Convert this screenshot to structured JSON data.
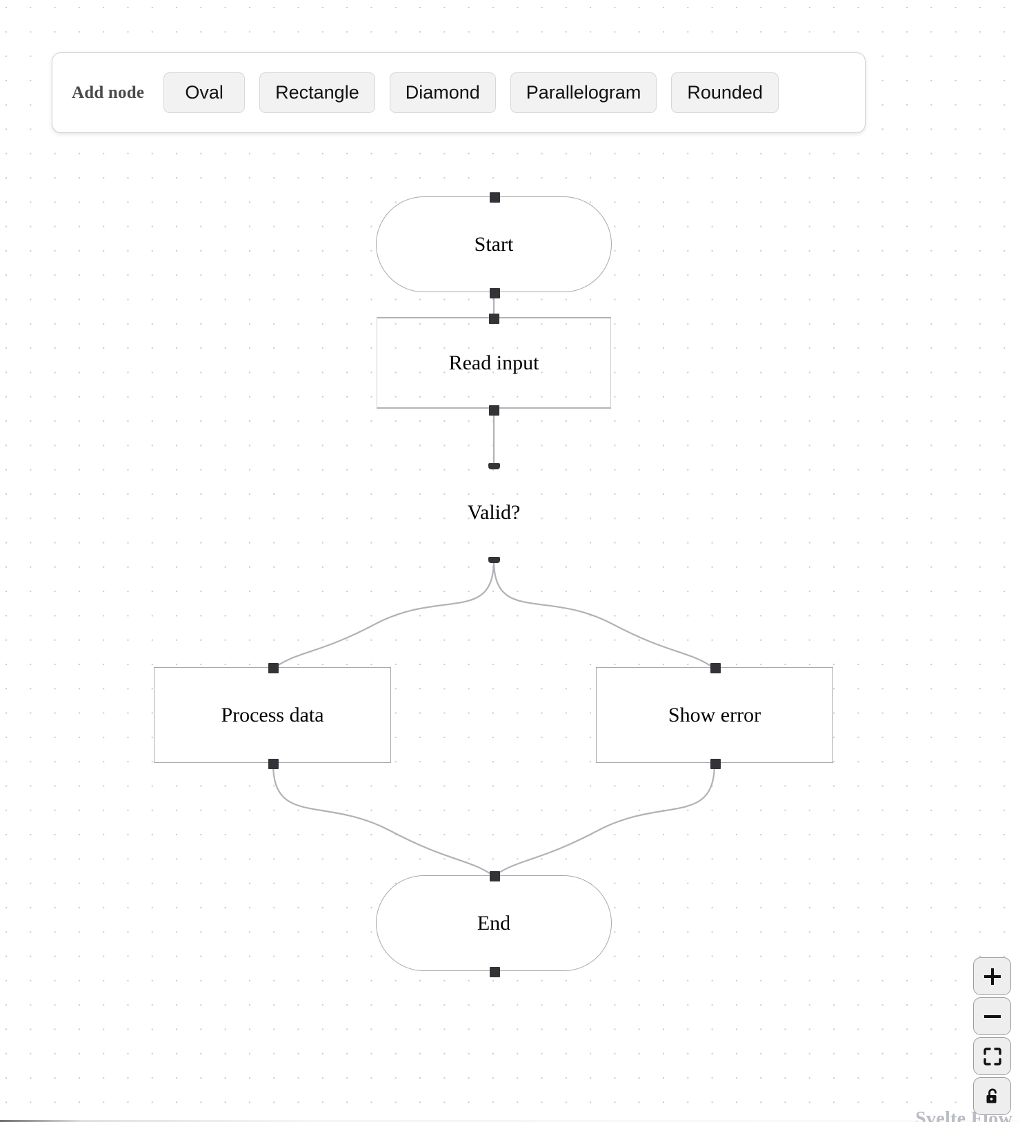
{
  "toolbar": {
    "label": "Add node",
    "buttons": [
      {
        "name": "oval",
        "label": "Oval"
      },
      {
        "name": "rectangle",
        "label": "Rectangle"
      },
      {
        "name": "diamond",
        "label": "Diamond"
      },
      {
        "name": "parallelogram",
        "label": "Parallelogram"
      },
      {
        "name": "rounded",
        "label": "Rounded"
      }
    ]
  },
  "nodes": {
    "start": {
      "label": "Start",
      "shape": "oval"
    },
    "read_input": {
      "label": "Read input",
      "shape": "parallelogram"
    },
    "valid": {
      "label": "Valid?",
      "shape": "diamond"
    },
    "process_data": {
      "label": "Process data",
      "shape": "rectangle"
    },
    "show_error": {
      "label": "Show error",
      "shape": "rectangle"
    },
    "end": {
      "label": "End",
      "shape": "oval"
    }
  },
  "controls": {
    "zoom_in": "+",
    "zoom_out": "−",
    "fit_view": "fit-view",
    "lock": "unlocked"
  },
  "attribution": "Svelte Flow",
  "colors": {
    "node_border": "#a9a9a9",
    "edge_stroke": "#b1b1b7",
    "handle": "#333338",
    "dot_grid": "#c8c8cf",
    "button_bg": "#f2f2f2",
    "panel_bg": "#ffffff"
  }
}
